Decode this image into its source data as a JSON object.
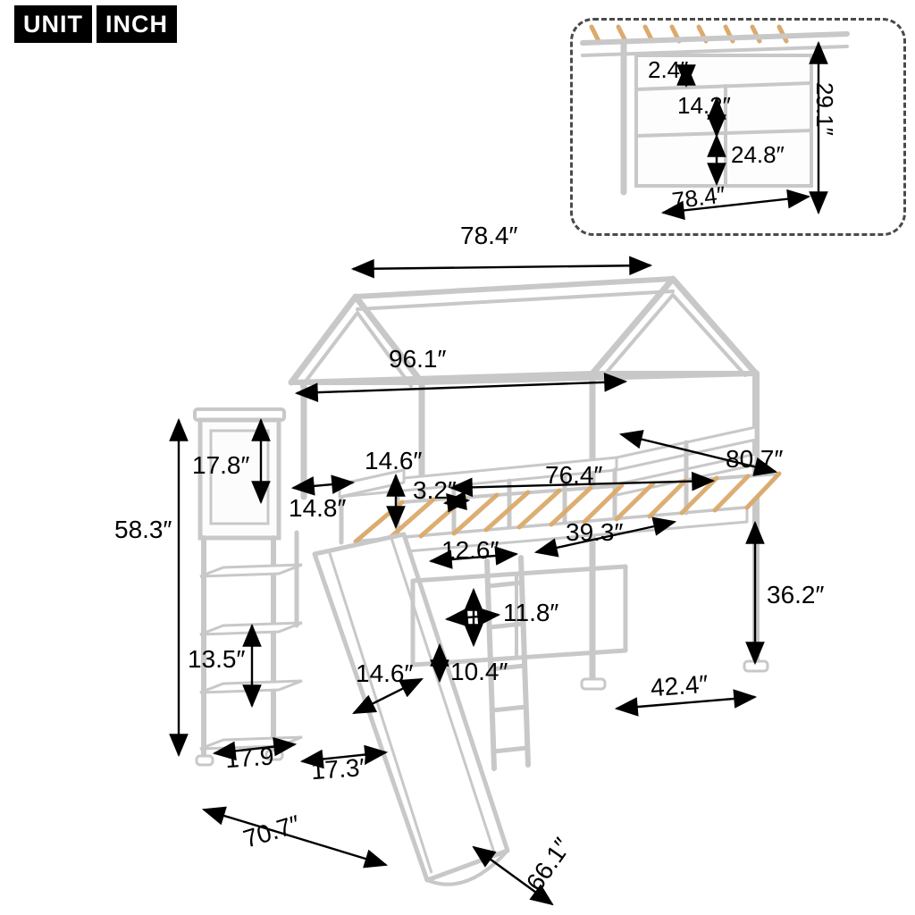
{
  "unit_badge": {
    "unit": "UNIT",
    "inch": "INCH"
  },
  "inset": {
    "top_thickness": "2.4″",
    "upper_shelf_height": "14.2″",
    "lower_shelf_height": "24.8″",
    "total_shelf_height": "29.1″",
    "shelf_width": "78.4″"
  },
  "dims": {
    "roof_width_top": "78.4″",
    "overall_length": "96.1″",
    "cabinet_height": "17.8″",
    "cabinet_depth": "14.8″",
    "guardrail_height": "14.6″",
    "slat_gap": "3.2″",
    "slat_span": "76.4″",
    "bed_length": "80.7″",
    "overall_height": "58.3″",
    "bed_width": "39.3″",
    "cubby_width": "12.6″",
    "cubby_height": "11.8″",
    "cubby_depth": "10.4″",
    "shelf_spacing": "13.5″",
    "slide_width": "14.6″",
    "under_bed_height": "36.2″",
    "end_frame_width": "42.4″",
    "shelf_board_width_1": "17.9″",
    "shelf_board_width_2": "17.3″",
    "floor_depth": "70.7″",
    "slide_length": "66.1″"
  }
}
